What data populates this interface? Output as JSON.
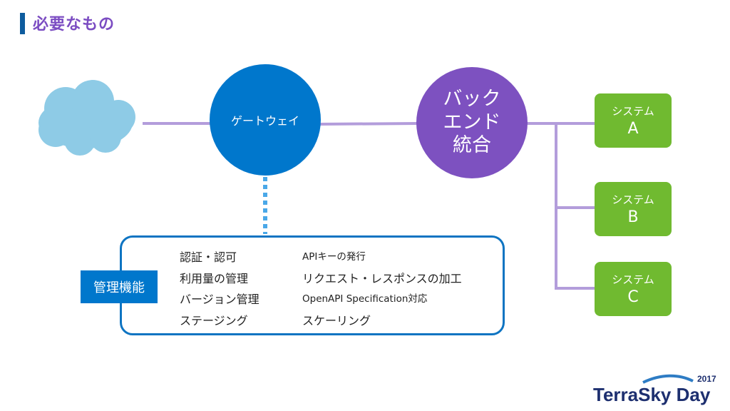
{
  "page": {
    "title": "必要なもの"
  },
  "colors": {
    "title_text": "#7b4cc2",
    "title_bar": "#0e5c9e",
    "gateway": "#0077cc",
    "backend": "#7d51c0",
    "system": "#70ba30",
    "connector": "#b39ddb",
    "dotted": "#4aa8e8",
    "cloud": "#8ecbe6",
    "mgmt_border": "#0e74c2",
    "logo_navy": "#1d2f6f",
    "logo_blue": "#2e7cc4"
  },
  "diagram": {
    "cloud": {
      "icon": "cloud-icon"
    },
    "gateway": {
      "label": "ゲートウェイ"
    },
    "backend": {
      "label": "バック\nエンド\n統合"
    },
    "systems": [
      {
        "label": "システム",
        "letter": "A"
      },
      {
        "label": "システム",
        "letter": "B"
      },
      {
        "label": "システム",
        "letter": "C"
      }
    ]
  },
  "management": {
    "tag": "管理機能",
    "left_features": [
      "認証・認可",
      "利用量の管理",
      "バージョン管理",
      "ステージング"
    ],
    "right_features": [
      "APIキーの発行",
      "リクエスト・レスポンスの加工",
      "OpenAPI Specification対応",
      "スケーリング"
    ]
  },
  "logo": {
    "brand": "TerraSky Day",
    "year": "2017"
  }
}
